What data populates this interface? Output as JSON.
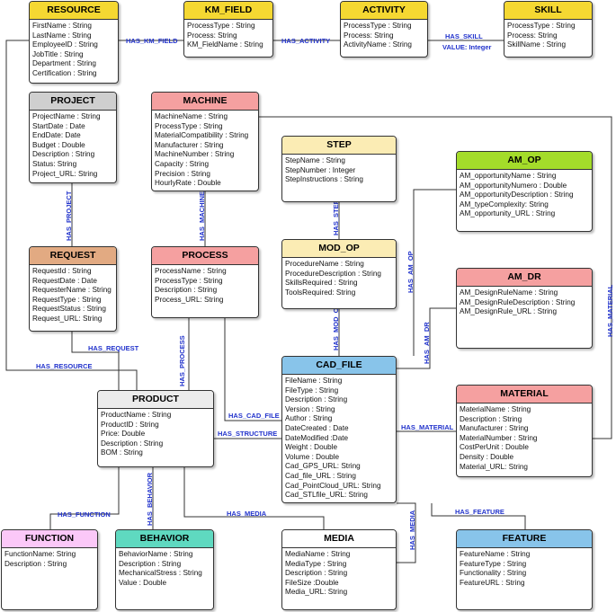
{
  "colors": {
    "yellow": "#f5d832",
    "grey": "#cfcfcf",
    "red": "#f5a0a0",
    "cream": "#fbecb4",
    "green": "#a4dc2a",
    "orange": "#e2aa82",
    "blue": "#88c4ea",
    "light_grey": "#ececec",
    "pink": "#fbc8f8",
    "teal": "#5fd9c0",
    "white": "#ffffff",
    "edge_label": "#2233cc"
  },
  "entities": {
    "resource": {
      "title": "RESOURCE",
      "attrs": [
        "FirstName : String",
        "LastName : String",
        "EmployeeID : String",
        "JobTitle : String",
        "Department : String",
        "Certification : String"
      ]
    },
    "km_field": {
      "title": "KM_FIELD",
      "attrs": [
        "ProcessType : String",
        "Process: String",
        "KM_FieldName : String"
      ]
    },
    "activity": {
      "title": "ACTIVITY",
      "attrs": [
        "ProcessType : String",
        "Process: String",
        "ActivityName : String"
      ]
    },
    "skill": {
      "title": "SKILL",
      "attrs": [
        "ProcessType : String",
        "Process: String",
        "SkillName : String"
      ]
    },
    "project": {
      "title": "PROJECT",
      "attrs": [
        "ProjectName : String",
        "StartDate : Date",
        "EndDate: Date",
        "Budget : Double",
        "Description : String",
        "Status: String",
        "Project_URL: String"
      ]
    },
    "machine": {
      "title": "MACHINE",
      "attrs": [
        "MachineName : String",
        "ProcessType : String",
        "MaterialCompatibility : String",
        "Manufacturer : String",
        "MachineNumber : String",
        "Capacity : String",
        "Precision : String",
        "HourlyRate : Double"
      ]
    },
    "step": {
      "title": "STEP",
      "attrs": [
        "StepName : String",
        "StepNumber : Integer",
        "StepInstructions : String"
      ]
    },
    "am_op": {
      "title": "AM_OP",
      "attrs": [
        "AM_opportunityName : String",
        "AM_opportunityNumero : Double",
        "AM_opportunityDescription : String",
        "AM_typeComplexity: String",
        "AM_opportunity_URL : String"
      ]
    },
    "request": {
      "title": "REQUEST",
      "attrs": [
        "RequestId : String",
        "RequestDate : Date",
        "RequesterName : String",
        "RequestType : String",
        "RequestStatus : String",
        "Request_URL: String"
      ]
    },
    "process": {
      "title": "PROCESS",
      "attrs": [
        "ProcessName : String",
        "ProcessType : String",
        "Description : String",
        "Process_URL: String"
      ]
    },
    "mod_op": {
      "title": "MOD_OP",
      "attrs": [
        "ProcedureName : String",
        "ProcedureDescription : String",
        "SkillsRequired : String",
        "ToolsRequired: String"
      ]
    },
    "am_dr": {
      "title": "AM_DR",
      "attrs": [
        "AM_DesignRuleName : String",
        "AM_DesignRuleDescription : String",
        "AM_DesignRule_URL : String"
      ]
    },
    "cad_file": {
      "title": "CAD_FILE",
      "attrs": [
        "FileName : String",
        "FileType : String",
        "Description : String",
        "Version : String",
        "Author : String",
        "DateCreated : Date",
        "DateModified :Date",
        "Weight : Double",
        "Volume : Double",
        "Cad_GPS_URL: String",
        "Cad_file_URL : String",
        "Cad_PointCloud_URL: String",
        "Cad_STLfile_URL: String"
      ]
    },
    "product": {
      "title": "PRODUCT",
      "attrs": [
        "ProductName : String",
        "ProductID : String",
        "Price: Double",
        "Description : String",
        "BOM : String"
      ]
    },
    "material": {
      "title": "MATERIAL",
      "attrs": [
        "MaterialName : String",
        "Description : String",
        "Manufacturer : String",
        "MaterialNumber : String",
        "CostPerUnit : Double",
        "Density : Double",
        "Material_URL: String"
      ]
    },
    "function": {
      "title": "FUNCTION",
      "attrs": [
        "FunctionName: String",
        "Description : String"
      ]
    },
    "behavior": {
      "title": "BEHAVIOR",
      "attrs": [
        "BehaviorName : String",
        "Description : String",
        "MechanicalStress : String",
        "Value : Double"
      ]
    },
    "media": {
      "title": "MEDIA",
      "attrs": [
        "MediaName : String",
        "MediaType : String",
        "Description : String",
        "FileSize :Double",
        "Media_URL: String"
      ]
    },
    "feature": {
      "title": "FEATURE",
      "attrs": [
        "FeatureName : String",
        "FeatureType : String",
        "Functionality : String",
        "FeatureURL : String"
      ]
    }
  },
  "relations": {
    "has_km_field": "HAS_KM_FIELD",
    "has_activity": "HAS_ACTIVITY",
    "has_skill": "HAS_SKILL",
    "has_skill_value": "VALUE: Integer",
    "has_project": "HAS_PROJECT",
    "has_machine": "HAS_MACHINE",
    "has_step": "HAS_STEP",
    "has_am_op": "HAS_AM_OP",
    "has_material_vertical": "HAS_MATERIAL",
    "has_request": "HAS_REQUEST",
    "has_process": "HAS_PROCESS",
    "has_mod_op": "HAS_MOD_OP",
    "has_am_dr": "HAS_AM_DR",
    "has_resource": "HAS_RESOURCE",
    "has_cad_file": "HAS_CAD_FILE",
    "has_structure": "HAS_STRUCTURE",
    "has_material": "HAS_MATERIAL",
    "has_function": "HAS_FUNCTION",
    "has_behavior": "HAS_BEHAVIOR",
    "has_media": "HAS_MEDIA",
    "has_media_vertical": "HAS_MEDIA",
    "has_feature": "HAS_FEATURE"
  }
}
